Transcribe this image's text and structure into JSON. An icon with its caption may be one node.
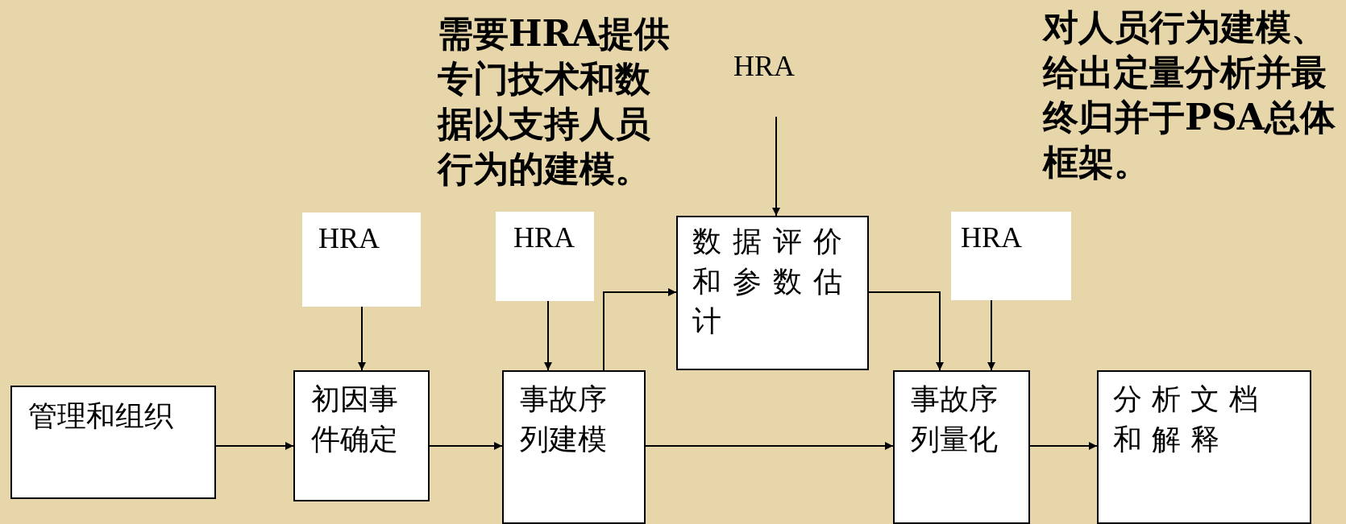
{
  "diagram": {
    "nodes": [
      {
        "text": [
          "管理和组织"
        ]
      },
      {
        "text": [
          "初因事件确定"
        ]
      },
      {
        "text": [
          "HRA"
        ]
      },
      {
        "text": [
          "事故序列建模"
        ]
      },
      {
        "text": [
          "HRA"
        ]
      },
      {
        "text": [
          "数据评价和参数估计"
        ]
      },
      {
        "text": [
          "HRA"
        ]
      },
      {
        "text": [
          "事故序列量化"
        ]
      },
      {
        "text": [
          "HRA"
        ]
      },
      {
        "text": [
          "分析文档和解释"
        ]
      }
    ],
    "edges": [
      {
        "from": 0,
        "to": 1,
        "arrow": "to"
      },
      {
        "from": 2,
        "to": 1,
        "arrow": "to"
      },
      {
        "from": 1,
        "to": 3,
        "arrow": "to"
      },
      {
        "from": 4,
        "to": 3,
        "arrow": "to"
      },
      {
        "from": 3,
        "to": 5,
        "arrow": "to"
      },
      {
        "from": 6,
        "to": 5,
        "arrow": "to"
      },
      {
        "from": 5,
        "to": 7,
        "arrow": "to"
      },
      {
        "from": 8,
        "to": 7,
        "arrow": "to"
      },
      {
        "from": 3,
        "to": 7,
        "arrow": "to"
      },
      {
        "from": 7,
        "to": 9,
        "arrow": "to"
      }
    ],
    "labels": [
      "需要HRA提供专门技术和数据以支持人员行为的建模。",
      "对人员行为建模、给出定量分析并最终归并于PSA总体框架。"
    ]
  }
}
